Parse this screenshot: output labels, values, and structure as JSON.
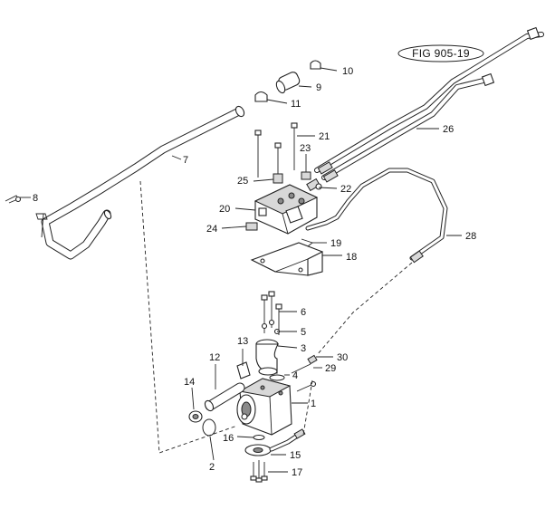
{
  "figure_ref": "FIG 905-19",
  "callouts": {
    "c1": "1",
    "c2": "2",
    "c3": "3",
    "c4": "4",
    "c5": "5",
    "c6": "6",
    "c7": "7",
    "c8": "8",
    "c9": "9",
    "c10": "10",
    "c11": "11",
    "c12": "12",
    "c13": "13",
    "c14": "14",
    "c15": "15",
    "c16": "16",
    "c17": "17",
    "c18": "18",
    "c19": "19",
    "c20": "20",
    "c21": "21",
    "c22": "22",
    "c23": "23",
    "c24": "24",
    "c25": "25",
    "c26": "26",
    "c28": "28",
    "c29": "29",
    "c30": "30"
  }
}
